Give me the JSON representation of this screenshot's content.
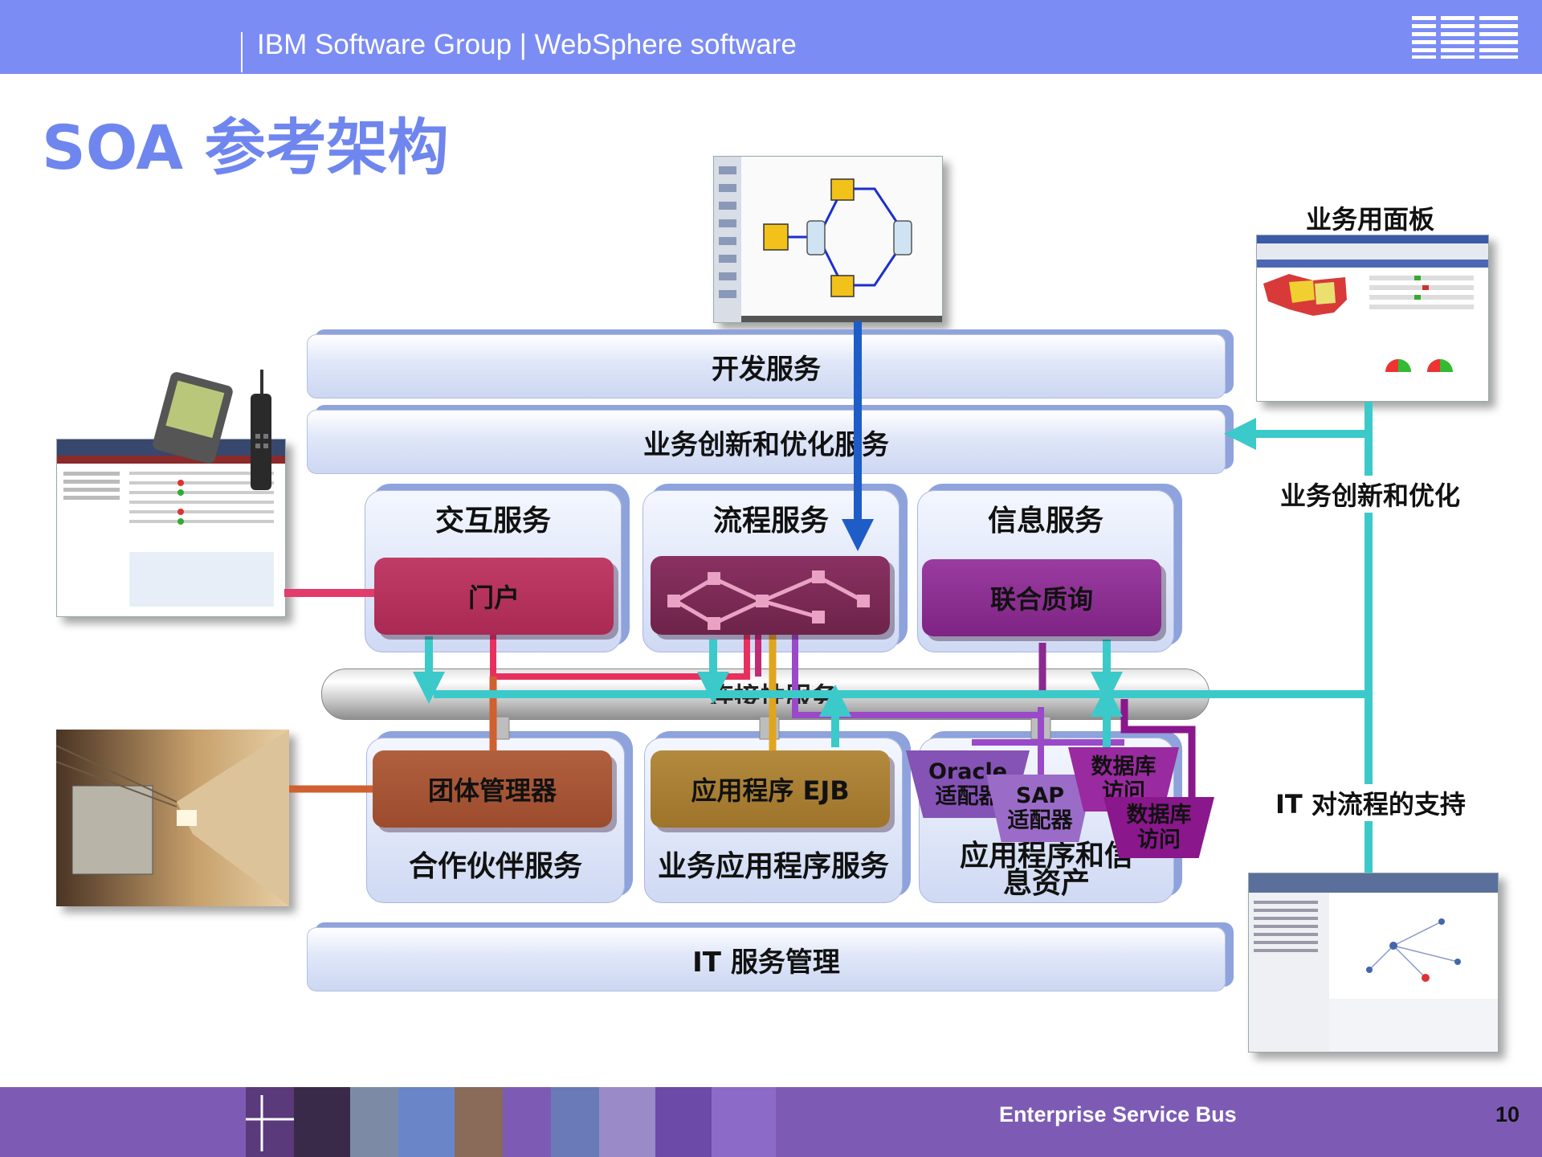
{
  "header": {
    "group_text": "IBM Software Group | WebSphere software",
    "logo_text": "IBM"
  },
  "title": "SOA 参考架构",
  "bands": {
    "dev": "开发服务",
    "biz_innov": "业务创新和优化服务",
    "itsm": "IT 服务管理"
  },
  "top_services": [
    {
      "title": "交互服务",
      "component": "门户"
    },
    {
      "title": "流程服务",
      "component": ""
    },
    {
      "title": "信息服务",
      "component": "联合质询"
    }
  ],
  "esb_label": "连接性服务",
  "bottom_services": [
    {
      "component": "团体管理器",
      "title": "合作伙伴服务"
    },
    {
      "component": "应用程序 EJB",
      "title": "业务应用程序服务"
    },
    {
      "title": "应用程序和信息资产"
    }
  ],
  "adapters": {
    "oracle": "Oracle\n适配器",
    "sap": "SAP\n适配器",
    "db1": "数据库\n访问",
    "db2": "数据库\n访问"
  },
  "side_labels": {
    "dashboard": "业务用面板",
    "biz_opt": "业务创新和优化",
    "it_support": "IT 对流程的支持"
  },
  "footer": {
    "text": "Enterprise Service Bus",
    "page": "10"
  },
  "colors": {
    "header_bg": "#7b8cf4",
    "title": "#6f86ee",
    "portal": "#b4305a",
    "process": "#7a2a55",
    "info": "#8a2a8e",
    "partner": "#a55032",
    "ejb": "#a87d2e",
    "adapter": "#8552b6",
    "cyan": "#3cc9c9",
    "blue_arrow": "#1e5cc8",
    "footer_bg": "#7d5bb5"
  }
}
